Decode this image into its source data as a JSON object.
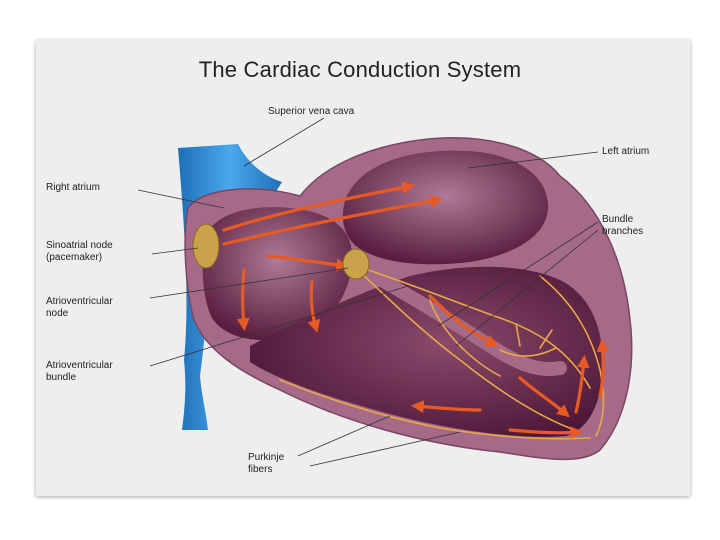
{
  "title": "The Cardiac Conduction System",
  "labels": {
    "superior_vena_cava": "Superior vena cava",
    "left_atrium": "Left atrium",
    "right_atrium": "Right atrium",
    "bundle_branches": "Bundle\nbranches",
    "sinoatrial_node": "Sinoatrial node\n(pacemaker)",
    "atrioventricular_node": "Atrioventricular\nnode",
    "atrioventricular_bundle": "Atrioventricular\nbundle",
    "purkinje_fibers": "Purkinje\nfibers"
  },
  "colors": {
    "poster_background": "#eeeeee",
    "heart_wall": "#a46a88",
    "chamber_dark": "#6a2a4c",
    "vena_cava": "#2f8fd6",
    "node": "#c9a24a",
    "arrow": "#e85a24",
    "fiber": "#e8a848",
    "leader_line": "#333333"
  }
}
